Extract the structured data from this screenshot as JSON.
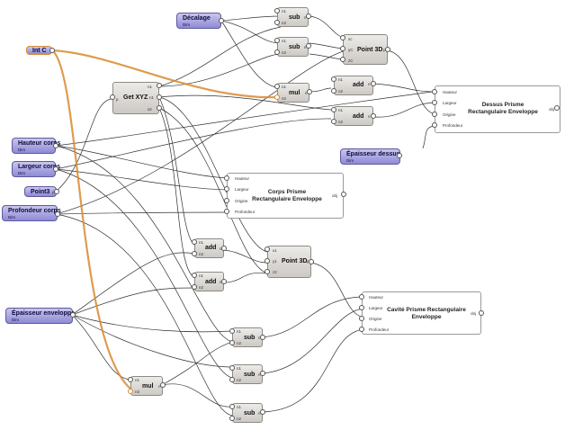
{
  "params": {
    "decalage": {
      "title": "Décalage",
      "sub": "Dim"
    },
    "intc": {
      "title": "Int C"
    },
    "hauteur": {
      "title": "Hauteur corps",
      "sub": "Dim"
    },
    "largeur": {
      "title": "Largeur corps",
      "sub": "Dim"
    },
    "point3": {
      "title": "Point3",
      "port": "p"
    },
    "profondeur": {
      "title": "Profondeur corps",
      "sub": "Dim"
    },
    "epdessus": {
      "title": "Épaisseur dessus",
      "sub": "Dim"
    },
    "epenv": {
      "title": "Épaisseur enveloppe",
      "sub": "Dim"
    }
  },
  "ops": {
    "sub1": {
      "title": "sub",
      "in1": "n1",
      "in2": "n2",
      "out": "n"
    },
    "sub2": {
      "title": "sub",
      "in1": "n1",
      "in2": "n2",
      "out": "n"
    },
    "point3d1": {
      "title": "Point 3D",
      "in1": "xc",
      "in2": "yC",
      "in3": "zC",
      "out": "p"
    },
    "getxyz": {
      "title": "Get XYZ",
      "in": "p",
      "o1": "n1",
      "o2": "n1",
      "o3": "s2"
    },
    "mul1": {
      "title": "mul",
      "in1": "n1",
      "in2": "n2",
      "out": "n"
    },
    "add1": {
      "title": "add",
      "in1": "n1",
      "in2": "n2",
      "out": "n"
    },
    "add2": {
      "title": "add",
      "in1": "n1",
      "in2": "n2",
      "out": "n"
    },
    "add3": {
      "title": "add",
      "in1": "n1",
      "in2": "n2",
      "out": "n"
    },
    "add4": {
      "title": "add",
      "in1": "n1",
      "in2": "n2",
      "out": "n"
    },
    "point3d2": {
      "title": "Point 3D",
      "in1": "x1",
      "in2": "y1",
      "in3": "z2",
      "out": "p"
    },
    "sub3": {
      "title": "sub",
      "in1": "n1",
      "in2": "n2",
      "out": "n"
    },
    "sub4": {
      "title": "sub",
      "in1": "n1",
      "in2": "n2",
      "out": "n"
    },
    "sub5": {
      "title": "sub",
      "in1": "n1",
      "in2": "n2",
      "out": "n"
    },
    "mul2": {
      "title": "mul",
      "in1": "n1",
      "in2": "n2",
      "out": "n"
    }
  },
  "prisms": {
    "dessus": {
      "title": "Dessus Prisme Rectangulaire Enveloppe",
      "p1": "Hauteur",
      "p2": "Largeur",
      "p3": "Origine",
      "p4": "Profondeur",
      "out": "obj"
    },
    "corps": {
      "title": "Corps Prisme Rectangulaire Enveloppe",
      "p1": "Hauteur",
      "p2": "Largeur",
      "p3": "Origine",
      "p4": "Profondeur",
      "out": "obj"
    },
    "cavite": {
      "title": "Cavité Prisme Rectangulaire Enveloppe",
      "p1": "Hauteur",
      "p2": "Largeur",
      "p3": "Origine",
      "p4": "Profondeur",
      "out": "obj"
    }
  },
  "colors": {
    "wire": "#303030",
    "highlight": "#d98a2e",
    "param": "#8f8ad6",
    "op": "#cdc9c4"
  }
}
